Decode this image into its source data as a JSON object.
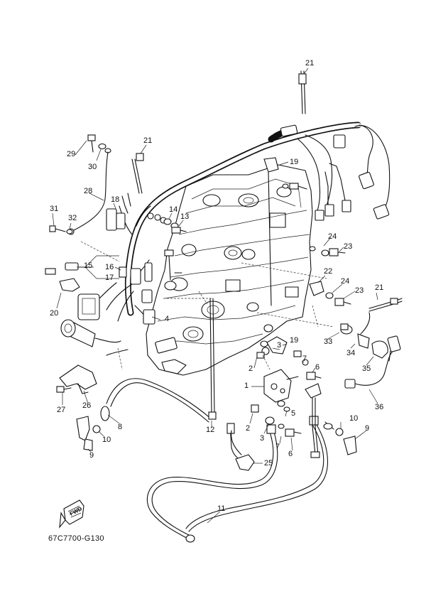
{
  "diagram": {
    "drawing_code": "67C7700-G130",
    "fwd_label": "FWD",
    "callouts": [
      "21",
      "29",
      "30",
      "21",
      "19",
      "28",
      "18",
      "31",
      "32",
      "14",
      "13",
      "24",
      "23",
      "15",
      "16",
      "17",
      "22",
      "24",
      "23",
      "21",
      "20",
      "4",
      "33",
      "19",
      "34",
      "35",
      "3",
      "7",
      "2",
      "6",
      "1",
      "5",
      "36",
      "27",
      "26",
      "8",
      "10",
      "9",
      "12",
      "2",
      "3",
      "7",
      "6",
      "10",
      "9",
      "25",
      "11"
    ]
  }
}
